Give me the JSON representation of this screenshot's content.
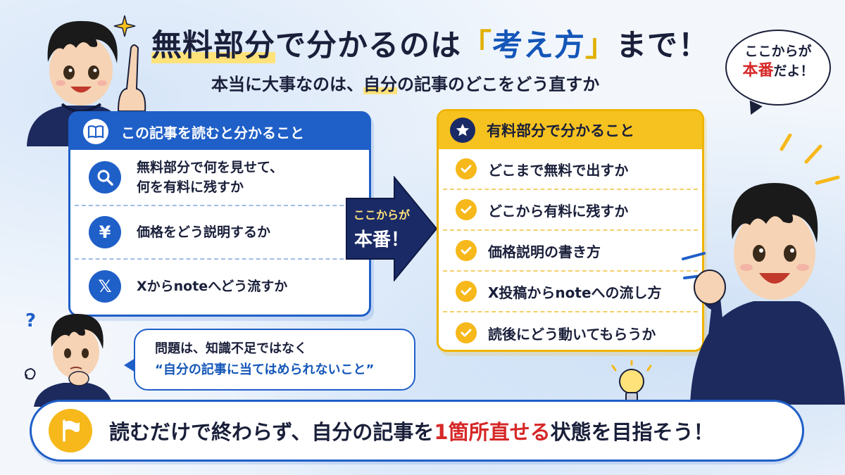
{
  "title": {
    "part1": "無料部分",
    "part2": "で分かるのは",
    "bracket_open": "「",
    "keyword": "考え方",
    "bracket_close": "」",
    "part3": "まで！"
  },
  "subtitle": {
    "part1": "本当に大事なのは、",
    "highlight": "自分",
    "part2": "の記事のどこをどう直すか"
  },
  "top_bubble": {
    "line1": "ここからが",
    "emph": "本番",
    "line2_rest": "だよ！"
  },
  "learn_card": {
    "header": "この記事を読むと分かること",
    "items": [
      {
        "icon": "search-icon",
        "lines": [
          "無料部分で何を見せて、",
          "何を有料に残すか"
        ]
      },
      {
        "icon": "yen-icon",
        "glyph": "¥",
        "lines": [
          "価格をどう説明するか"
        ]
      },
      {
        "icon": "x-logo-icon",
        "glyph": "𝕏",
        "lines": [
          "Xからnoteへどう流すか"
        ]
      }
    ]
  },
  "arrow": {
    "line1": "ここからが",
    "line2": "本番！"
  },
  "paid_card": {
    "header": "有料部分で分かること",
    "items": [
      "どこまで無料で出すか",
      "どこから有料に残すか",
      "価格説明の書き方",
      "X投稿からnoteへの流し方",
      "読後にどう動いてもらうか"
    ]
  },
  "problem": {
    "line1": "問題は、知識不足ではなく",
    "line2": "“自分の記事に当てはめられないこと”"
  },
  "banner": {
    "part1": "読むだけで終わらず、自分の記事を",
    "emph": "1箇所直せる",
    "part2": "状態を目指そう！"
  },
  "colors": {
    "blue": "#1f5fc8",
    "yellow": "#f6c21f",
    "red": "#d62828",
    "navy": "#1a2a66"
  }
}
